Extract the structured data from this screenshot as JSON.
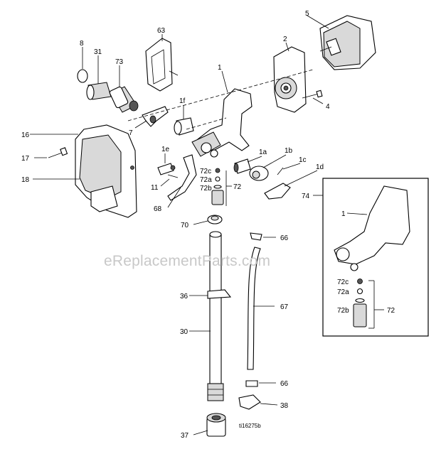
{
  "callouts": {
    "c1": "1",
    "c1a": "1a",
    "c1b": "1b",
    "c1c": "1c",
    "c1d": "1d",
    "c1e": "1e",
    "c1f": "1f",
    "c2": "2",
    "c4": "4",
    "c5": "5",
    "c7": "7",
    "c8": "8",
    "c11": "11",
    "c16": "16",
    "c17": "17",
    "c18": "18",
    "c30": "30",
    "c31": "31",
    "c36": "36",
    "c37": "37",
    "c38": "38",
    "c63": "63",
    "c66a": "66",
    "c66b": "66",
    "c67": "67",
    "c68": "68",
    "c70": "70",
    "c72": "72",
    "c72a": "72a",
    "c72b": "72b",
    "c72c": "72c",
    "c73": "73",
    "c74": "74"
  },
  "inset": {
    "c1": "1",
    "c72c": "72c",
    "c72a": "72a",
    "c72b": "72b",
    "c72": "72"
  },
  "watermark": "eReplacementParts.com",
  "drawing_code": "ti16275b"
}
